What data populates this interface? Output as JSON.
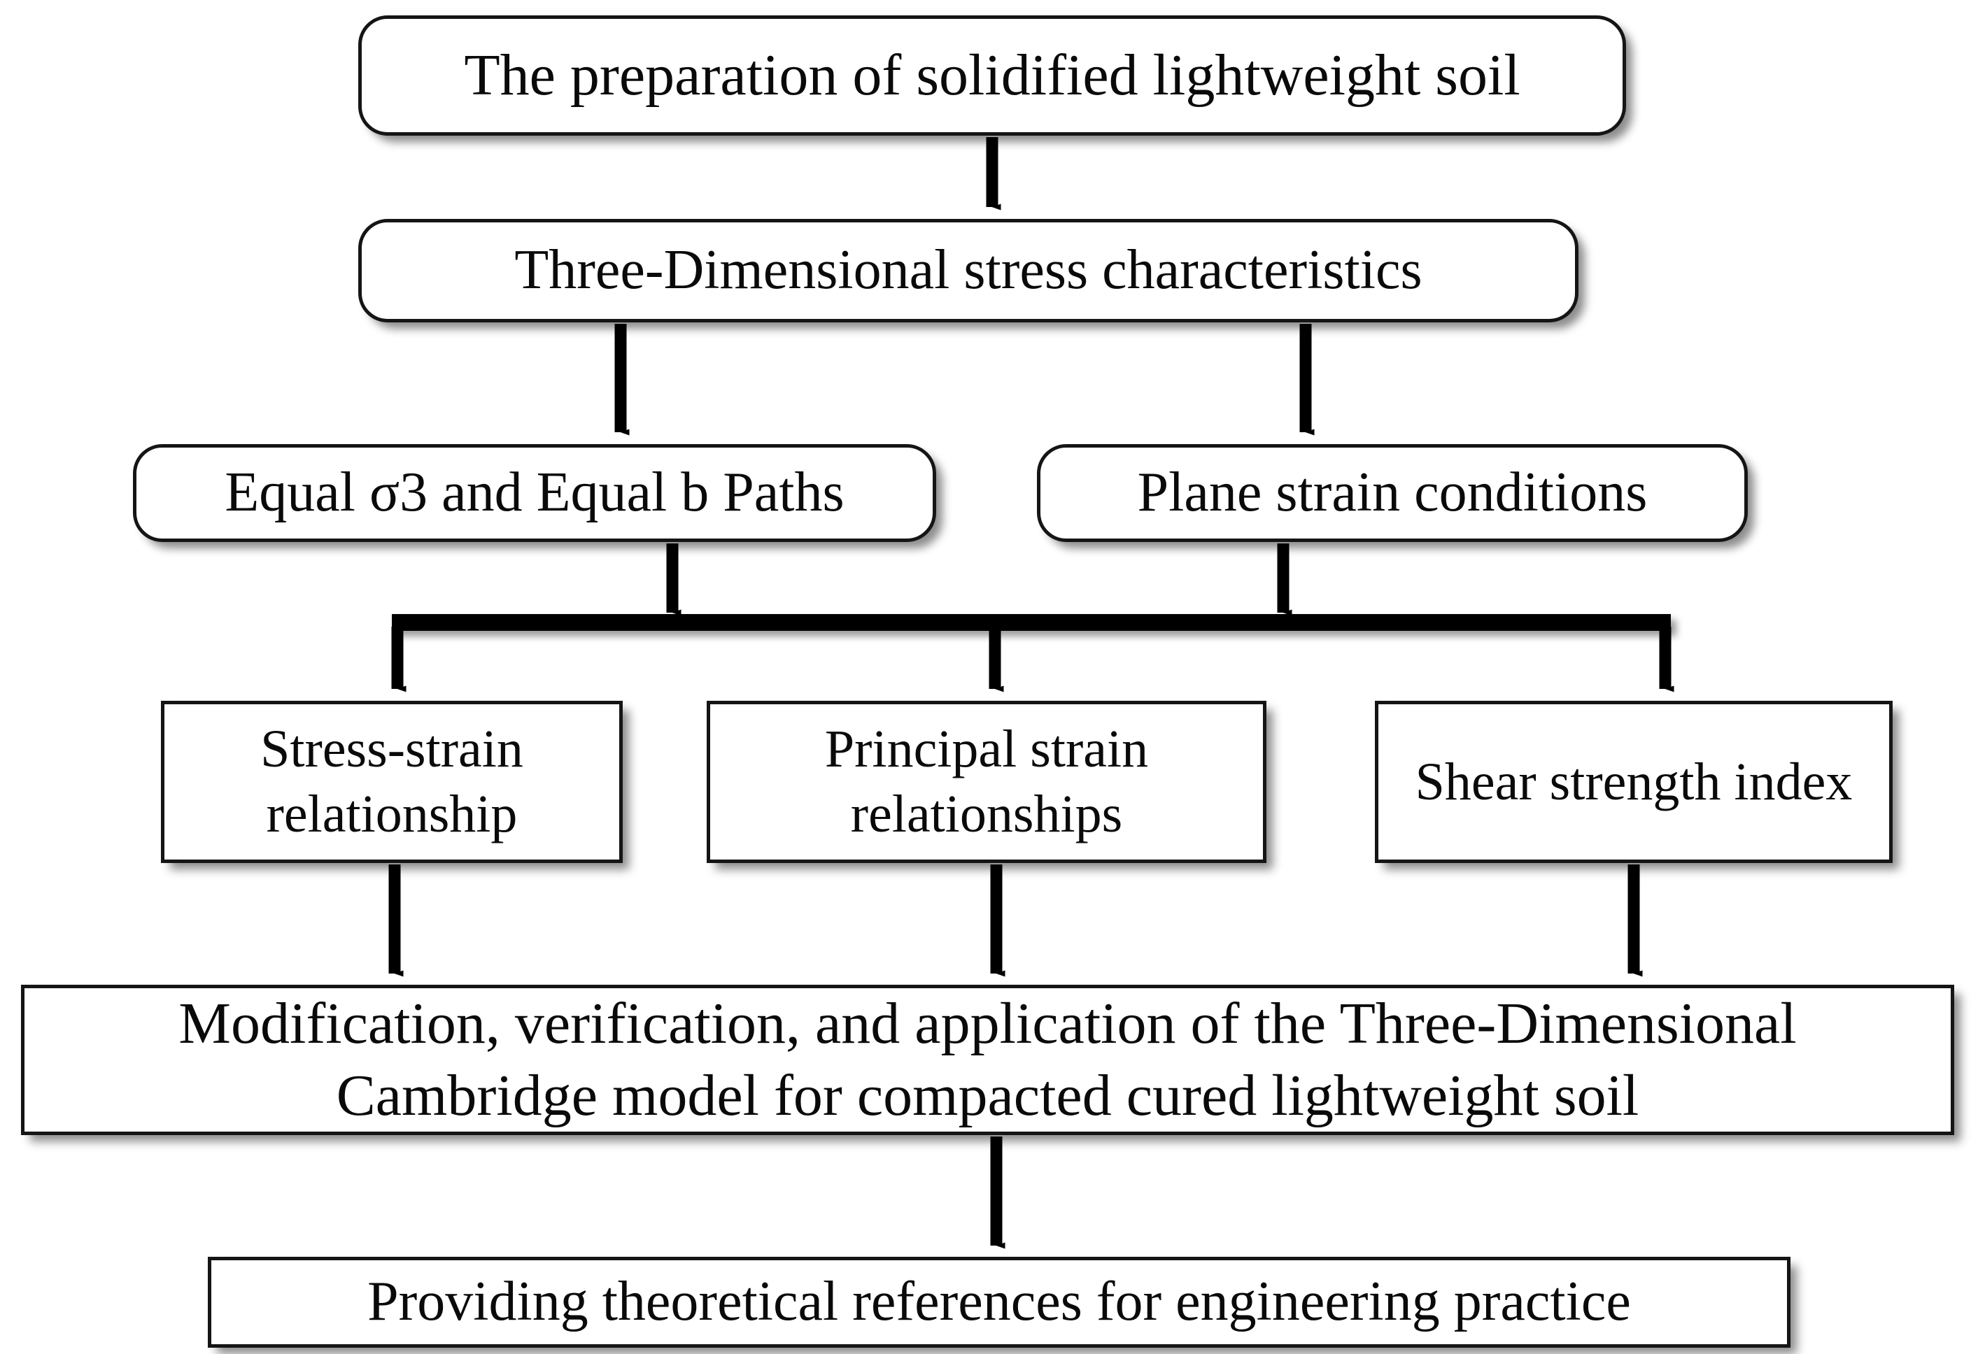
{
  "figure": {
    "type": "flowchart",
    "orientation": "top-to-bottom",
    "background_color": "#ffffff",
    "node_fill_color": "#ffffff",
    "node_border_color": "#151515",
    "connector_color": "#000000",
    "text_color": "#0a0a0a"
  },
  "nodes": {
    "preparation": {
      "label": "The preparation of solidified lightweight soil",
      "shape": "rounded-rectangle"
    },
    "three_dimensional": {
      "label": "Three-Dimensional stress characteristics",
      "shape": "rounded-rectangle"
    },
    "equal_paths": {
      "label": "Equal σ3 and Equal b Paths",
      "shape": "rounded-rectangle"
    },
    "plane_strain": {
      "label": "Plane strain conditions",
      "shape": "rounded-rectangle"
    },
    "stress_strain": {
      "label": "Stress-strain relationship",
      "shape": "rectangle"
    },
    "principal_strain": {
      "label": "Principal strain relationships",
      "shape": "rectangle"
    },
    "shear_strength": {
      "label": "Shear strength index",
      "shape": "rectangle"
    },
    "cambridge_model": {
      "label": "Modification, verification, and application of the Three-Dimensional Cambridge model for compacted cured lightweight soil",
      "shape": "rectangle"
    },
    "theoretical_references": {
      "label": "Providing theoretical references for engineering practice",
      "shape": "rectangle"
    }
  },
  "edges": [
    {
      "from": "preparation",
      "to": "three_dimensional",
      "style": "solid-arrow"
    },
    {
      "from": "three_dimensional",
      "to": "equal_paths",
      "style": "solid-arrow"
    },
    {
      "from": "three_dimensional",
      "to": "plane_strain",
      "style": "solid-arrow"
    },
    {
      "from": "equal_paths",
      "to": "distribution_bar",
      "style": "solid-arrow"
    },
    {
      "from": "plane_strain",
      "to": "distribution_bar",
      "style": "solid-arrow"
    },
    {
      "from": "distribution_bar",
      "to": "stress_strain",
      "style": "solid-arrow"
    },
    {
      "from": "distribution_bar",
      "to": "principal_strain",
      "style": "solid-arrow"
    },
    {
      "from": "distribution_bar",
      "to": "shear_strength",
      "style": "solid-arrow"
    },
    {
      "from": "stress_strain",
      "to": "cambridge_model",
      "style": "solid-arrow"
    },
    {
      "from": "principal_strain",
      "to": "cambridge_model",
      "style": "solid-arrow"
    },
    {
      "from": "shear_strength",
      "to": "cambridge_model",
      "style": "solid-arrow"
    },
    {
      "from": "cambridge_model",
      "to": "theoretical_references",
      "style": "solid-arrow"
    }
  ]
}
